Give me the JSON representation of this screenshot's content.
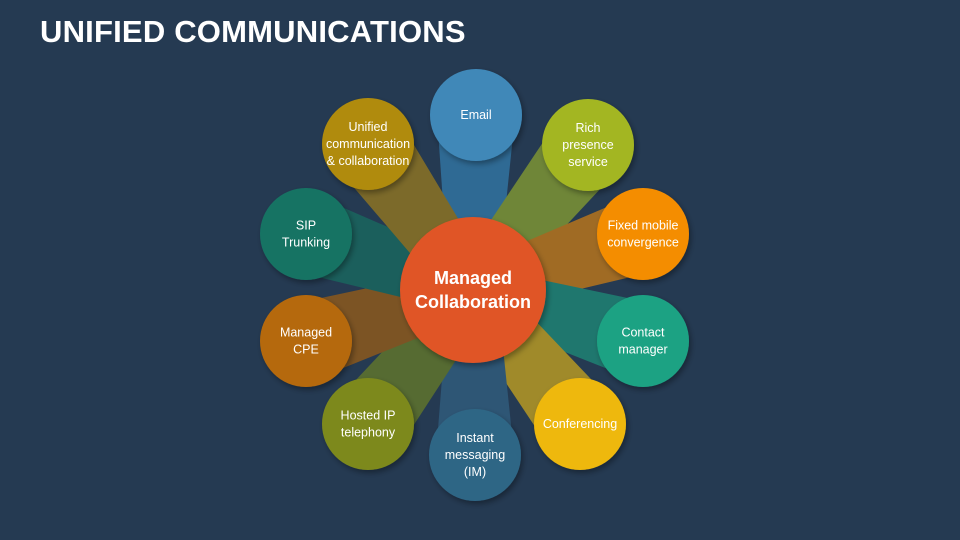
{
  "title": "UNIFIED COMMUNICATIONS",
  "center": {
    "lines": [
      "Managed",
      "Collaboration"
    ],
    "color": "#e05428"
  },
  "nodes": [
    {
      "lines": [
        "Email"
      ],
      "color": "#3f88b8",
      "connector": "#2f6a94"
    },
    {
      "lines": [
        "Rich",
        "presence",
        "service"
      ],
      "color": "#a3b623",
      "connector": "#6f8638"
    },
    {
      "lines": [
        "Fixed mobile",
        "convergence"
      ],
      "color": "#f48d05",
      "connector": "#a06b24"
    },
    {
      "lines": [
        "Contact",
        "manager"
      ],
      "color": "#1fa283",
      "connector": "#1f776e"
    },
    {
      "lines": [
        "Conferencing"
      ],
      "color": "#eeb811",
      "connector": "#a08a2a"
    },
    {
      "lines": [
        "Instant",
        "messaging",
        "(IM)"
      ],
      "color": "#2f6685",
      "connector": "#2e5675"
    },
    {
      "lines": [
        "Hosted IP",
        "telephony"
      ],
      "color": "#7d891c",
      "connector": "#566b32"
    },
    {
      "lines": [
        "Managed",
        "CPE"
      ],
      "color": "#b5690a",
      "connector": "#7c5424"
    },
    {
      "lines": [
        "SIP",
        "Trunking"
      ],
      "color": "#157363",
      "connector": "#1b5f5c"
    },
    {
      "lines": [
        "Unified",
        "communication",
        "& collaboration"
      ],
      "color": "#b08b0c",
      "connector": "#7c6a2a"
    }
  ]
}
